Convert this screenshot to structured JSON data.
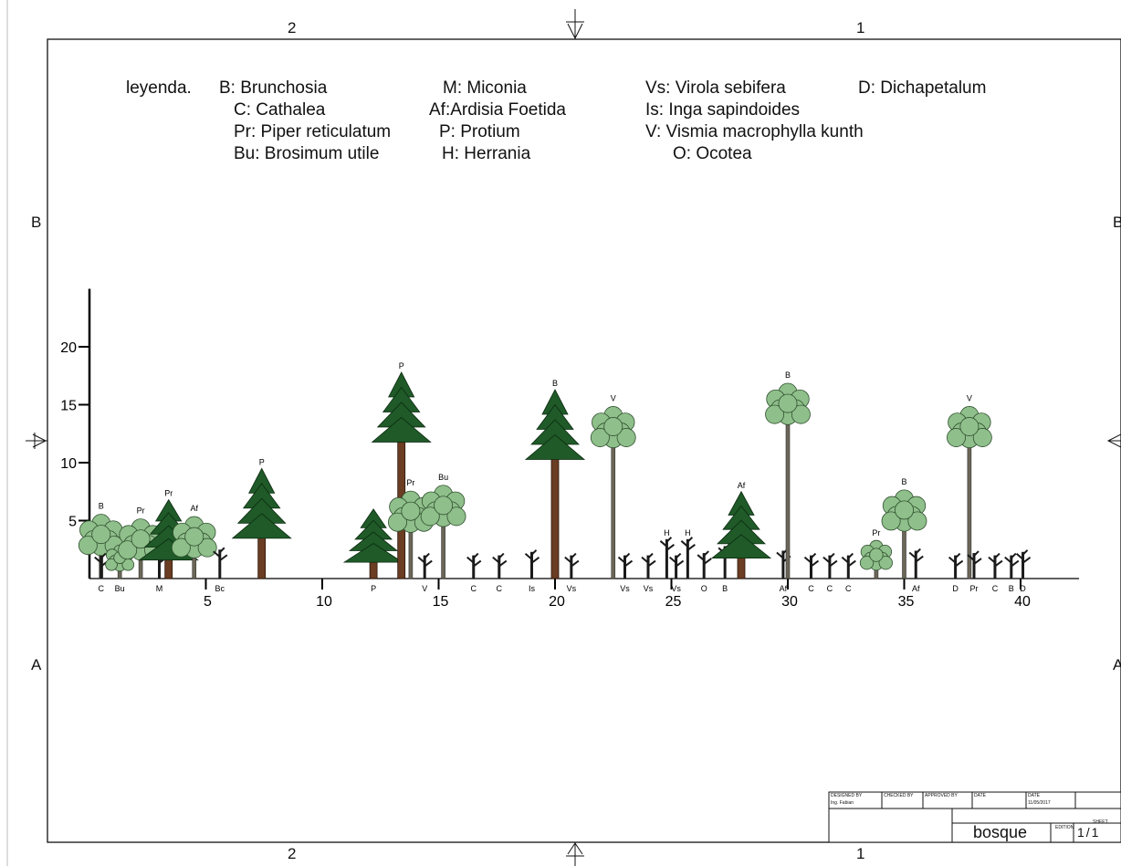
{
  "sheet": {
    "zones_top": [
      "2",
      "1"
    ],
    "zones_bottom": [
      "2",
      "1"
    ],
    "zones_left": [
      "B",
      "A"
    ],
    "zones_right": [
      "B",
      "A"
    ]
  },
  "legend": {
    "title": "leyenda.",
    "columns": [
      [
        "B: Brunchosia",
        "C: Cathalea",
        "Pr: Piper reticulatum",
        "Bu: Brosimum utile"
      ],
      [
        "M: Miconia",
        "Af:Ardisia Foetida",
        "P: Protium",
        "H: Herrania"
      ],
      [
        "Vs: Virola sebifera",
        "Is: Inga sapindoides",
        "V: Vismia macrophylla kunth",
        "O: Ocotea"
      ],
      [
        "D: Dichapetalum"
      ]
    ]
  },
  "chart_data": {
    "type": "scatter",
    "xlim": [
      0,
      42
    ],
    "ylim": [
      0,
      25
    ],
    "x_ticks": [
      5,
      10,
      15,
      20,
      25,
      30,
      35,
      40
    ],
    "y_ticks": [
      5,
      10,
      15,
      20
    ],
    "trees": [
      {
        "code": "B",
        "x": 0.5,
        "height": 5.7,
        "form": "round"
      },
      {
        "code": "C",
        "x": 0.5,
        "height": 2.0,
        "form": "shrub",
        "label_below": true
      },
      {
        "code": "Bu",
        "x": 1.3,
        "height": 3.0,
        "form": "round",
        "label_below": true
      },
      {
        "code": "Pr",
        "x": 2.2,
        "height": 5.3,
        "form": "round"
      },
      {
        "code": "M",
        "x": 3.0,
        "height": 2.3,
        "form": "shrub",
        "label_below": true
      },
      {
        "code": "Pr",
        "x": 3.4,
        "height": 6.8,
        "form": "conifer"
      },
      {
        "code": "Af",
        "x": 4.5,
        "height": 5.5,
        "form": "round"
      },
      {
        "code": "Bc",
        "x": 5.6,
        "height": 2.5,
        "form": "shrub",
        "label_below": true
      },
      {
        "code": "P",
        "x": 7.4,
        "height": 9.5,
        "form": "conifer"
      },
      {
        "code": "P",
        "x": 12.2,
        "height": 6.0,
        "form": "conifer",
        "label_below": true
      },
      {
        "code": "P",
        "x": 13.4,
        "height": 17.8,
        "form": "conifer"
      },
      {
        "code": "Pr",
        "x": 13.8,
        "height": 7.7,
        "form": "round"
      },
      {
        "code": "V",
        "x": 14.4,
        "height": 2.0,
        "form": "shrub",
        "label_below": true
      },
      {
        "code": "Bu",
        "x": 15.2,
        "height": 8.2,
        "form": "round"
      },
      {
        "code": "C",
        "x": 16.5,
        "height": 2.0,
        "form": "shrub",
        "label_below": true
      },
      {
        "code": "C",
        "x": 17.6,
        "height": 2.0,
        "form": "shrub",
        "label_below": true
      },
      {
        "code": "Is",
        "x": 19.0,
        "height": 2.3,
        "form": "shrub",
        "label_below": true
      },
      {
        "code": "B",
        "x": 20.0,
        "height": 16.3,
        "form": "conifer"
      },
      {
        "code": "Vs",
        "x": 20.7,
        "height": 2.0,
        "form": "shrub",
        "label_below": true
      },
      {
        "code": "V",
        "x": 22.5,
        "height": 15.0,
        "form": "round"
      },
      {
        "code": "Vs",
        "x": 23.0,
        "height": 2.0,
        "form": "shrub",
        "label_below": true
      },
      {
        "code": "Vs",
        "x": 24.0,
        "height": 2.0,
        "form": "shrub",
        "label_below": true
      },
      {
        "code": "H",
        "x": 24.8,
        "height": 3.4,
        "form": "shrub"
      },
      {
        "code": "Vs",
        "x": 25.2,
        "height": 2.0,
        "form": "shrub",
        "label_below": true
      },
      {
        "code": "H",
        "x": 25.7,
        "height": 3.4,
        "form": "shrub"
      },
      {
        "code": "O",
        "x": 26.4,
        "height": 2.2,
        "form": "shrub",
        "label_below": true
      },
      {
        "code": "B",
        "x": 27.3,
        "height": 2.8,
        "form": "shrub",
        "label_below": true
      },
      {
        "code": "Af",
        "x": 28.0,
        "height": 7.5,
        "form": "conifer"
      },
      {
        "code": "Af",
        "x": 29.8,
        "height": 2.4,
        "form": "shrub",
        "label_below": true
      },
      {
        "code": "B",
        "x": 30.0,
        "height": 17.0,
        "form": "round"
      },
      {
        "code": "C",
        "x": 31.0,
        "height": 2.0,
        "form": "shrub",
        "label_below": true
      },
      {
        "code": "C",
        "x": 31.8,
        "height": 2.0,
        "form": "shrub",
        "label_below": true
      },
      {
        "code": "C",
        "x": 32.6,
        "height": 2.0,
        "form": "shrub",
        "label_below": true
      },
      {
        "code": "Pr",
        "x": 33.8,
        "height": 3.4,
        "form": "round"
      },
      {
        "code": "B",
        "x": 35.0,
        "height": 7.8,
        "form": "round"
      },
      {
        "code": "Af",
        "x": 35.5,
        "height": 2.4,
        "form": "shrub",
        "label_below": true
      },
      {
        "code": "D",
        "x": 37.2,
        "height": 2.0,
        "form": "shrub",
        "label_below": true
      },
      {
        "code": "V",
        "x": 37.8,
        "height": 15.0,
        "form": "round"
      },
      {
        "code": "Pr",
        "x": 38.0,
        "height": 2.2,
        "form": "shrub",
        "label_below": true
      },
      {
        "code": "C",
        "x": 38.9,
        "height": 2.0,
        "form": "shrub",
        "label_below": true
      },
      {
        "code": "B",
        "x": 39.6,
        "height": 2.0,
        "form": "shrub",
        "label_below": true
      },
      {
        "code": "D",
        "x": 40.1,
        "height": 2.3,
        "form": "shrub",
        "label_below": true
      }
    ]
  },
  "title_block": {
    "designed_by_label": "DESIGNED BY",
    "designed_by": "Ing. Fabian",
    "checked_by_label": "CHECKED BY",
    "approved_by_label": "APPROVED BY",
    "date_label": "DATE",
    "date_label2": "DATE",
    "date": "11/05/2017",
    "title": "bosque",
    "edition_label": "EDITION",
    "sheet_label": "SHEET",
    "sheet": "1/1"
  },
  "colors": {
    "conifer": "#1f5a28",
    "conifer_edge": "#0c2a10",
    "round": "#8fbf8a",
    "round_edge": "#2f4f2f",
    "trunk": "#6b3d22",
    "trunk_gray": "#6b6657",
    "shrub": "#1a1a1a"
  }
}
